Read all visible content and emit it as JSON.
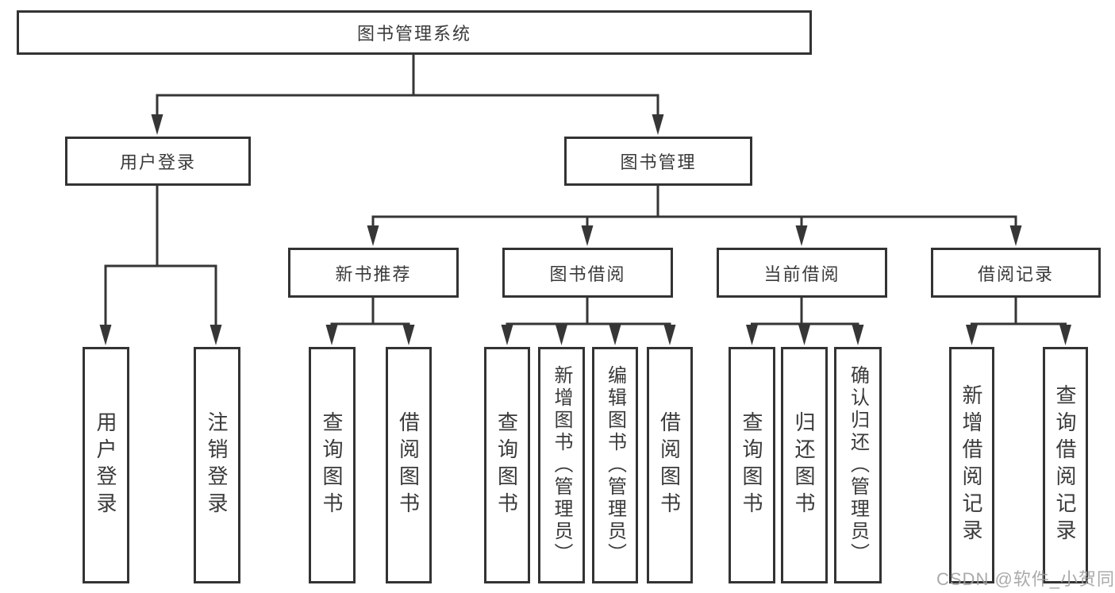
{
  "diagram_title": "图书管理系统",
  "watermark": "CSDN @软件_小贺同学",
  "colors": {
    "background": "#ffffff",
    "box_fill": "#ffffff",
    "box_border": "#333333",
    "line": "#363636",
    "text": "#3a3a3a",
    "watermark_text": "#9e9e9e"
  },
  "icons": {
    "arrowhead": "solid-triangle-down"
  },
  "tree": {
    "label": "图书管理系统",
    "children": [
      {
        "label": "用户登录",
        "children": [
          {
            "label": "用户登录"
          },
          {
            "label": "注销登录"
          }
        ]
      },
      {
        "label": "图书管理",
        "children": [
          {
            "label": "新书推荐",
            "children": [
              {
                "label": "查询图书"
              },
              {
                "label": "借阅图书"
              }
            ]
          },
          {
            "label": "图书借阅",
            "children": [
              {
                "label": "查询图书"
              },
              {
                "label": "新增图书（管理员）"
              },
              {
                "label": "编辑图书（管理员）"
              },
              {
                "label": "借阅图书"
              }
            ]
          },
          {
            "label": "当前借阅",
            "children": [
              {
                "label": "查询图书"
              },
              {
                "label": "归还图书"
              },
              {
                "label": "确认归还（管理员）"
              }
            ]
          },
          {
            "label": "借阅记录",
            "children": [
              {
                "label": "新增借阅记录"
              },
              {
                "label": "查询借阅记录"
              }
            ]
          }
        ]
      }
    ]
  }
}
